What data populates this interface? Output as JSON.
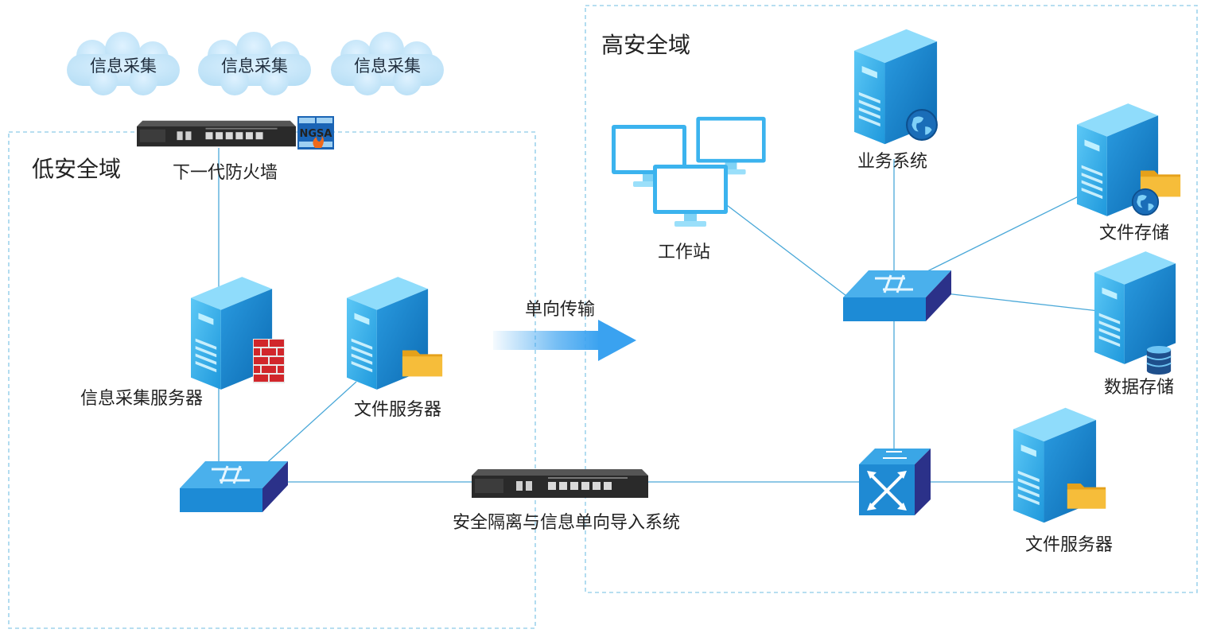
{
  "zones": {
    "low": "低安全域",
    "high": "高安全域"
  },
  "clouds": [
    "信息采集",
    "信息采集",
    "信息采集"
  ],
  "labels": {
    "firewall": "下一代防火墙",
    "firewall_badge": "NGSA",
    "collect_server": "信息采集服务器",
    "file_server_low": "文件服务器",
    "transfer": "单向传输",
    "gateway": "安全隔离与信息单向导入系统",
    "workstation": "工作站",
    "business": "业务系统",
    "file_storage": "文件存储",
    "data_storage": "数据存储",
    "file_server_high": "文件服务器"
  },
  "colors": {
    "zone_border": "#9fd3ec",
    "link": "#4aa8d8",
    "server_front": "#38b6ef",
    "switch_top": "#3d9fe0",
    "arrow": "#3aa2f0",
    "device_body": "#2b2b2b"
  }
}
